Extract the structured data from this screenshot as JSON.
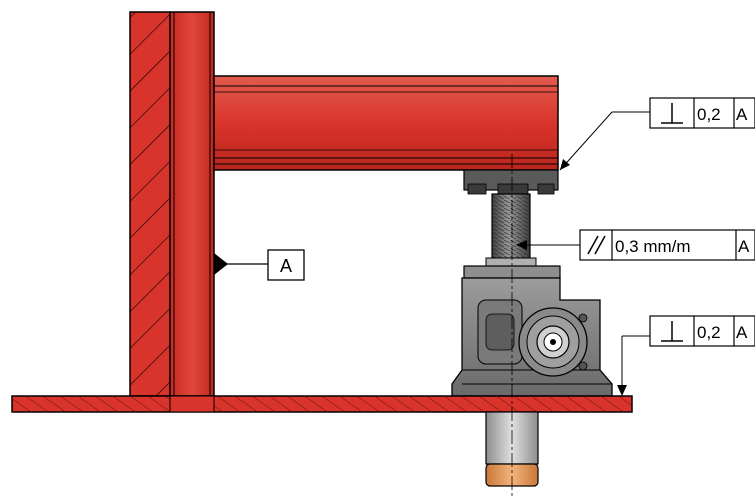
{
  "datum_label": "A",
  "tolerance_frames": [
    {
      "id": "perpendicularity-top",
      "symbol": "⊥",
      "symbol_name": "perpendicularity-symbol",
      "value": "0,2",
      "datum": "A"
    },
    {
      "id": "parallelism",
      "symbol": "//",
      "symbol_name": "parallelism-symbol",
      "value": "0,3 mm/m",
      "datum": "A"
    },
    {
      "id": "perpendicularity-base",
      "symbol": "⊥",
      "symbol_name": "perpendicularity-symbol",
      "value": "0,2",
      "datum": "A"
    }
  ],
  "colors": {
    "frame_red": "#d9342b",
    "frame_red_light": "#e8584c",
    "frame_red_dark": "#a81f18",
    "steel_gray": "#8a8a8a",
    "steel_dark": "#4a4a4a",
    "bronze": "#e8a060"
  }
}
